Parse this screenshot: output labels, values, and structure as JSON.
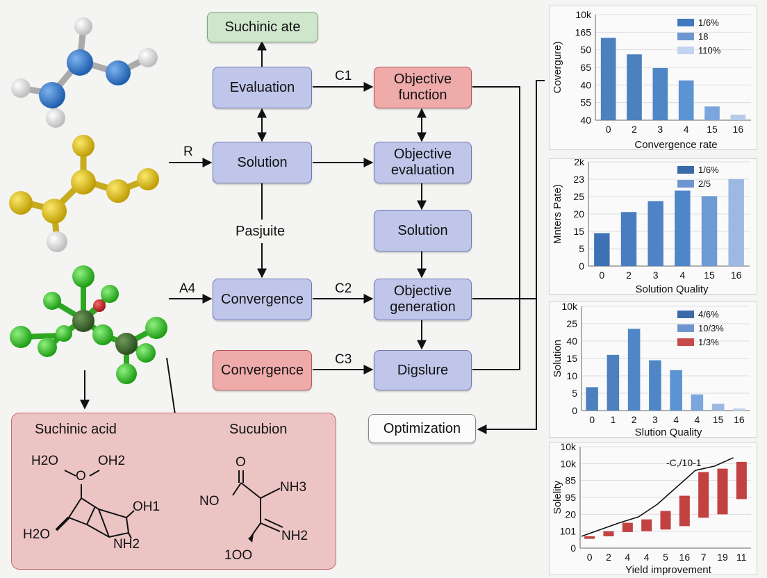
{
  "flow": {
    "top_box": "Suchinic ate",
    "evaluation": "Evaluation",
    "objective_function": "Objective function",
    "solution_mid": "Solution",
    "objective_evaluation": "Objective evaluation",
    "solution_right": "Solution",
    "convergence": "Convergence",
    "objective_generation": "Objective generation",
    "convergence_red": "Convergence",
    "digslure": "Digslure",
    "optimization": "Optimization",
    "edge_c1": "C1",
    "edge_r": "R",
    "edge_pasjuite": "Pasjuite",
    "edge_a4": "A4",
    "edge_c2": "C2",
    "edge_c3": "C3"
  },
  "molecules": {
    "colors": {
      "nitrogen": "#2a74c4",
      "hydrogen": "#e8e8e8",
      "sulfur": "#d6b80f",
      "chlorine": "#38c42a",
      "carbon_dark": "#3b6b2b",
      "oxygen": "#d42a2a"
    },
    "icons": [
      "blue-molecule-icon",
      "yellow-molecule-icon",
      "green-molecule-icon"
    ]
  },
  "reaction_panel": {
    "left_title": "Suchinic acid",
    "right_title": "Sucubion",
    "left_labels": [
      "H2O",
      "O",
      "OH2",
      "OH1",
      "H2O",
      "NH2"
    ],
    "right_labels": [
      "O",
      "NO",
      "NH3",
      "NH2",
      "1OO"
    ]
  },
  "chart_data": [
    {
      "type": "bar",
      "ylabel": "Covergure)",
      "xlabel": "Convergence rate",
      "y_tick_labels": [
        "10k",
        "165",
        "50",
        "65",
        "40",
        "55",
        "40"
      ],
      "categories": [
        "0",
        "2",
        "3",
        "4",
        "15",
        "16"
      ],
      "values": [
        6,
        4.8,
        3.8,
        2.9,
        1.0,
        0.4
      ],
      "ylim": [
        0,
        7.7
      ],
      "bar_colors": [
        "#4c80bf",
        "#4c80bf",
        "#4f86c6",
        "#5b93d3",
        "#7ba5dc",
        "#b7cbe9"
      ],
      "legend": [
        {
          "label": "1/6%",
          "color": "#3f78bf"
        },
        {
          "label": "18",
          "color": "#6d96d0"
        },
        {
          "label": "110%",
          "color": "#c4d3ee"
        }
      ],
      "legend_position": "top-right",
      "grid": true
    },
    {
      "type": "bar",
      "ylabel": "Mnters Pate)",
      "xlabel": "Solution Quality",
      "y_tick_labels": [
        "2k",
        "23",
        "25",
        "20",
        "15",
        "5",
        "0"
      ],
      "categories": [
        "0",
        "2",
        "3",
        "4",
        "15",
        "16"
      ],
      "values": [
        12,
        19.7,
        23.7,
        27.5,
        25.5,
        31.7
      ],
      "ylim": [
        0,
        38
      ],
      "bar_colors": [
        "#3e72b5",
        "#4a7dc0",
        "#4e83c6",
        "#4f86c9",
        "#6e9ad5",
        "#9cb8e3"
      ],
      "legend": [
        {
          "label": "1/6%",
          "color": "#3a6aa8"
        },
        {
          "label": "2/5",
          "color": "#6d96d0"
        }
      ],
      "legend_position": "top-right",
      "grid": true
    },
    {
      "type": "bar",
      "ylabel": "Solution",
      "xlabel": "Slution Quality",
      "y_tick_labels": [
        "10k",
        "25",
        "40",
        "15",
        "10",
        "5",
        "0"
      ],
      "categories": [
        "0",
        "1",
        "2",
        "3",
        "4",
        "4",
        "15",
        "16"
      ],
      "values": [
        1.3,
        3.1,
        4.55,
        2.8,
        2.25,
        0.9,
        0.38,
        0.12
      ],
      "ylim": [
        0,
        5.8
      ],
      "bar_colors": [
        "#4c80bf",
        "#4c80bf",
        "#4f86c6",
        "#4f86c6",
        "#5b93d3",
        "#7ba5dc",
        "#9cb8e3",
        "#c4d3ee"
      ],
      "legend": [
        {
          "label": "4/6%",
          "color": "#3a6aa8"
        },
        {
          "label": "10/3%",
          "color": "#6d96d0"
        },
        {
          "label": "1/3%",
          "color": "#c84a4a"
        }
      ],
      "legend_position": "top-right",
      "grid": true
    },
    {
      "type": "bar",
      "ylabel": "Solelity",
      "xlabel": "Yield improvement",
      "annotation": "-C,/10-1",
      "y_tick_labels": [
        "10k",
        "10k",
        "85",
        "95",
        "20",
        "101",
        "0"
      ],
      "categories": [
        "0",
        "2",
        "4",
        "4",
        "5",
        "16",
        "7",
        "19",
        "11"
      ],
      "bars_low": [
        0.55,
        0.7,
        0.95,
        1.0,
        1.1,
        1.3,
        1.8,
        2.0,
        2.9
      ],
      "bars_high": [
        0.7,
        1.0,
        1.5,
        1.7,
        2.2,
        3.1,
        4.5,
        4.7,
        5.1
      ],
      "line_values": [
        0.7,
        1.1,
        1.5,
        1.85,
        2.6,
        3.6,
        4.6,
        4.85,
        5.35
      ],
      "ylim": [
        0,
        6
      ],
      "bar_color": "#c24141",
      "line_color": "#111111",
      "grid": true
    }
  ]
}
